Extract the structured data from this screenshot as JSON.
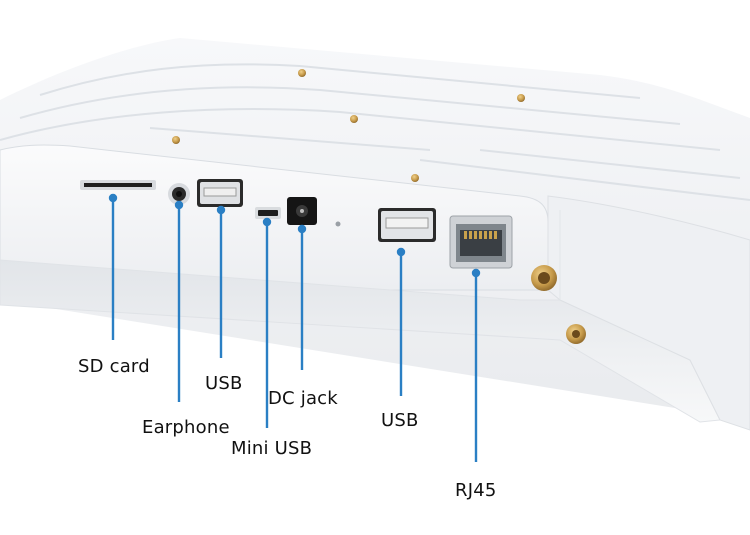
{
  "labels": {
    "sd_card": "SD card",
    "earphone": "Earphone",
    "usb_left": "USB",
    "mini_usb": "Mini USB",
    "dc_jack": "DC jack",
    "usb_right": "USB",
    "rj45": "RJ45"
  },
  "colors": {
    "callout_line": "#2a7fc4",
    "device_body": "#f4f5f7",
    "port_dark": "#1c1c1c",
    "brass_screw": "#c69a4a"
  }
}
